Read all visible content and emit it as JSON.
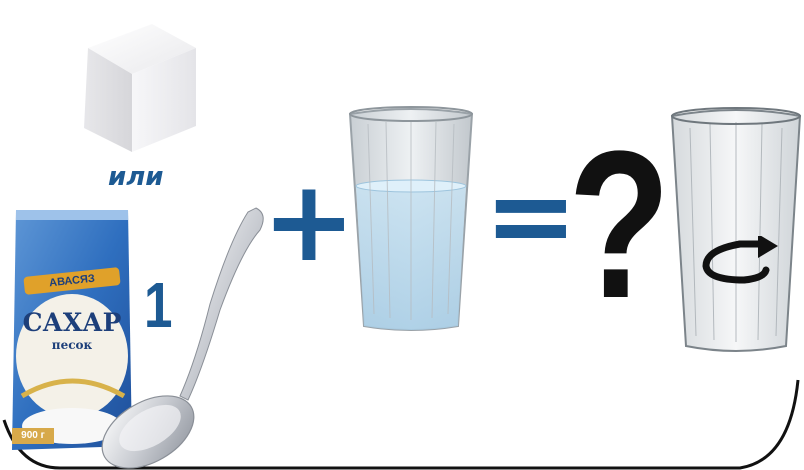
{
  "caption_or": "или",
  "sugar_bag": {
    "brand": "АВАСЯЗ",
    "name": "САХАР",
    "subtitle": "песок",
    "weight": "900 г"
  },
  "spoon_count": "1",
  "operators": {
    "plus": "+",
    "equals": "=",
    "question": "?"
  },
  "colors": {
    "operator_blue": "#1d5a93",
    "question_black": "#111111",
    "water": "#b8d8ec"
  },
  "icons": [
    "sugar-cube-icon",
    "sugar-bag-icon",
    "spoon-icon",
    "water-glass-icon",
    "empty-glass-icon",
    "stir-arrow-icon"
  ]
}
